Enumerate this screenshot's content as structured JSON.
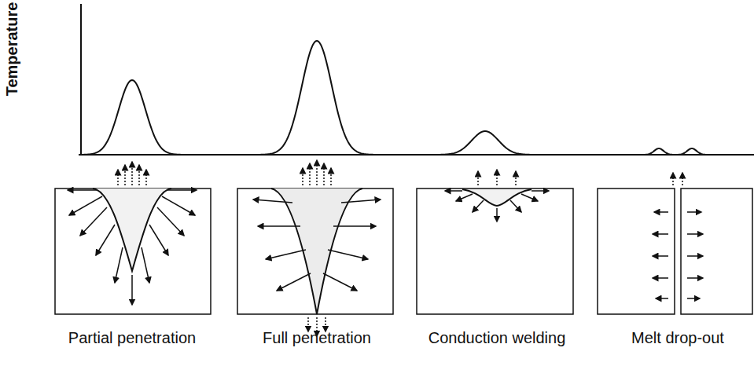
{
  "diagram": {
    "labels": [
      "Temperature",
      "Partial penetration",
      "Full penetration",
      "Conduction welding",
      "Melt drop-out"
    ]
  }
}
